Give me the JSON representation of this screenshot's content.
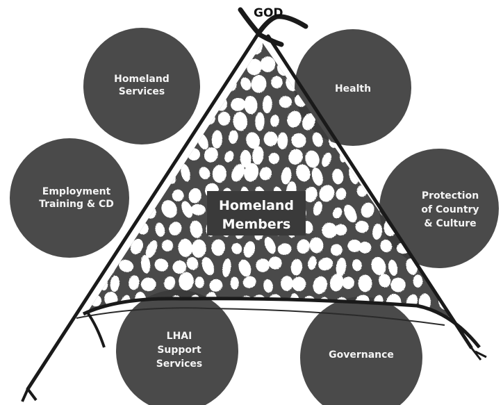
{
  "top_label": "GOD",
  "center": {
    "line1": "Homeland",
    "line2": "Members"
  },
  "circles": {
    "homeland_services": [
      "Homeland",
      "Services"
    ],
    "health": [
      "Health"
    ],
    "employment": [
      "Employment",
      "Training & CD"
    ],
    "protection": [
      "Protection",
      "of Country",
      "& Culture"
    ],
    "lhai": [
      "LHAI",
      "Support",
      "Services"
    ],
    "governance": [
      "Governance"
    ]
  },
  "colors": {
    "circle_fill": "#4a4a4a",
    "circle_text": "#f4f4f4",
    "net_strands": "#2a2a2a",
    "background": "#ffffff"
  }
}
